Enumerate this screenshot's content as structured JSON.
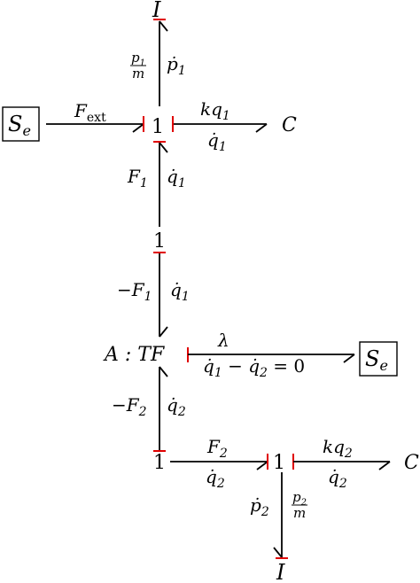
{
  "nodes": {
    "I_top": {
      "label": "I"
    },
    "Se_left": {
      "label": "S",
      "sub": "e"
    },
    "one_top": {
      "label": "1"
    },
    "C_top": {
      "label": "C"
    },
    "one_mid": {
      "label": "1"
    },
    "tf": {
      "label": "A : TF"
    },
    "Se_right": {
      "label": "S",
      "sub": "e"
    },
    "one_bl": {
      "label": "1"
    },
    "one_br": {
      "label": "1"
    },
    "C_bottom": {
      "label": "C"
    },
    "I_bottom": {
      "label": "I"
    }
  },
  "bonds": {
    "b1": {
      "effort_num": "p",
      "effort_num_sub": "1",
      "effort_den": "m",
      "flow": "ṗ",
      "flow_sub": "1"
    },
    "b2": {
      "effort": "F",
      "effort_sub": "ext"
    },
    "b3": {
      "effort": "kq",
      "effort_sub": "1",
      "flow": "q̇",
      "flow_sub": "1"
    },
    "b4": {
      "effort": "F",
      "effort_sub": "1",
      "flow": "q̇",
      "flow_sub": "1"
    },
    "b5": {
      "effort": "−F",
      "effort_sub": "1",
      "flow": "q̇",
      "flow_sub": "1"
    },
    "b6": {
      "effort": "λ",
      "flow_a": "q̇",
      "flow_a_sub": "1",
      "flow_minus": " − ",
      "flow_b": "q̇",
      "flow_b_sub": "2",
      "flow_tail": " = 0"
    },
    "b7": {
      "effort": "−F",
      "effort_sub": "2",
      "flow": "q̇",
      "flow_sub": "2"
    },
    "b8": {
      "effort": "F",
      "effort_sub": "2",
      "flow": "q̇",
      "flow_sub": "2"
    },
    "b9": {
      "effort": "kq",
      "effort_sub": "2",
      "flow": "q̇",
      "flow_sub": "2"
    },
    "b10": {
      "effort_num": "p",
      "effort_num_sub": "2",
      "effort_den": "m",
      "flow": "ṗ",
      "flow_sub": "2"
    }
  }
}
